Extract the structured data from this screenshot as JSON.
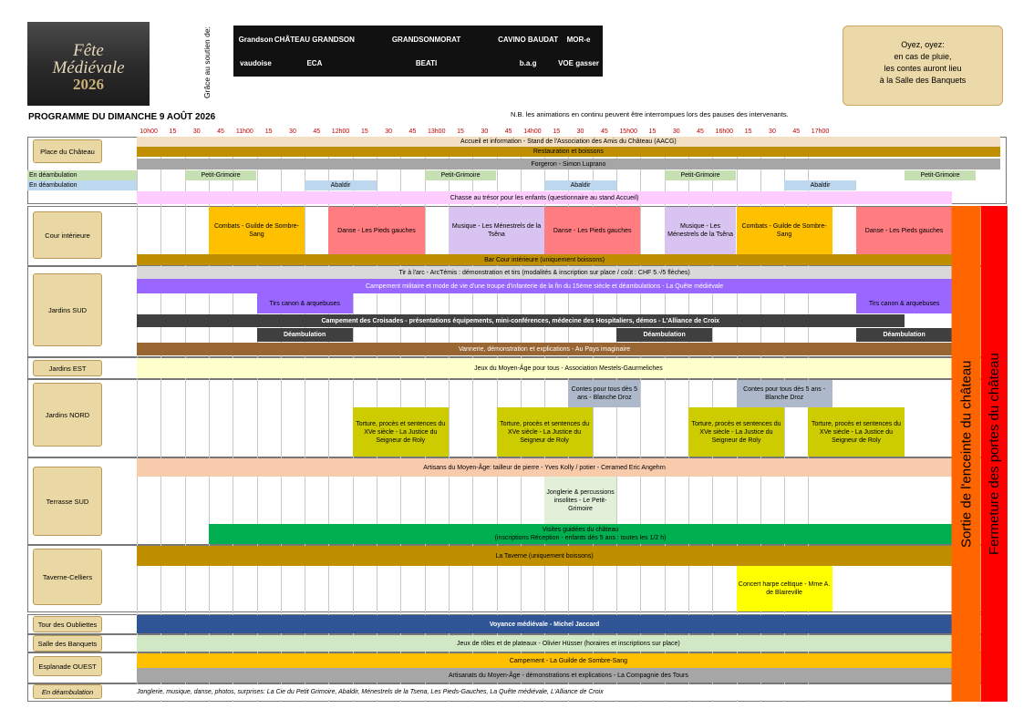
{
  "header": {
    "logo": {
      "line1": "Fête",
      "line2": "Médiévale",
      "line3": "2026"
    },
    "support_label": "Grâce au soutien de:",
    "sponsors": [
      "Grandson",
      "CHÂTEAU GRANDSON",
      "",
      "GRANDSONMORAT",
      "",
      "CAVINO BAUDAT",
      "MOR-e",
      "vaudoise",
      "ECA",
      "",
      "BEATI",
      "",
      "b.a.g",
      "VOE gasser"
    ],
    "notice": {
      "line1": "Oyez, oyez:",
      "line2": "en cas de pluie,",
      "line3": "les contes auront lieu",
      "line4": "à la Salle des Banquets"
    }
  },
  "title": "PROGRAMME DU DIMANCHE 9 AOÛT 2026",
  "note": "N.B. les animations en continu peuvent être interrompues lors des pauses des intervenants.",
  "time_labels": [
    "10h00",
    "15",
    "30",
    "45",
    "11h00",
    "15",
    "30",
    "45",
    "12h00",
    "15",
    "30",
    "45",
    "13h00",
    "15",
    "30",
    "45",
    "14h00",
    "15",
    "30",
    "45",
    "15h00",
    "15",
    "30",
    "45",
    "16h00",
    "15",
    "30",
    "45",
    "17h00"
  ],
  "colors": {
    "beige": "#f3dfc3",
    "brown": "#bf8f00",
    "grey": "#a6a6a6",
    "green_light": "#c6e0b4",
    "blue_light": "#bdd7ee",
    "pink": "#ffccff",
    "orange": "#ffc000",
    "salmon": "#ff7c80",
    "lavender": "#d9c3f0",
    "purple": "#9966ff",
    "dark": "#404040",
    "olive": "#996633",
    "cream": "#ffffcc",
    "steel": "#adb9ca",
    "yellow": "#cccc00",
    "peach": "#f8cbad",
    "mint": "#e2efd9",
    "green": "#00b050",
    "yellow_bright": "#ffff00",
    "navy": "#2f5597",
    "pale_green": "#d0e8c4",
    "exit_orange": "#ff6600",
    "exit_red": "#ff0000"
  },
  "sections": {
    "place": "Place du Château",
    "deamb": "En déambulation",
    "cour": "Cour intérieure",
    "sud": "Jardins SUD",
    "est": "Jardins EST",
    "nord": "Jardins NORD",
    "terrasse": "Terrasse SUD",
    "taverne": "Taverne-Celliers",
    "oubliettes": "Tour des Oubliettes",
    "banquets": "Salle des Banquets",
    "esplanade": "Esplanade OUEST",
    "deamb_footer": "En déambulation"
  },
  "bars": {
    "accueil": "Accueil et information - Stand de l'Association des Amis du Château (AACG)",
    "restauration": "Restauration et boissons",
    "forgeron": "Forgeron - Simon Luprano",
    "petit_grimoire": "Petit-Grimoire",
    "abaldir": "Abaldir",
    "chasse": "Chasse au trésor pour les enfants (questionnaire au stand Accueil)",
    "combats": "Combats - Guilde de Sombre-Sang",
    "danse": "Danse - Les Pieds gauches",
    "musique": "Musique - Les Ménestrels de la Tsêna",
    "bar_cour": "Bar Cour intérieure (uniquement boissons)",
    "tir_arc": "Tir à l'arc - ArcTémis : démonstration et tirs (modalités & inscription sur place / coût : CHF 5.-/5 flèches)",
    "campement_militaire": "Campement militaire et mode de vie d'une troupe d'infanterie de la fin du 15ème siècle et déambulations - La Quête médiévale",
    "tirs_canon": "Tirs canon & arquebuses",
    "croisades": "Campement des Croisades - présentations équipements, mini-conférences, médecine des Hospitaliers, démos - L'Alliance de Croix",
    "deambulation": "Déambulation",
    "vannerie": "Vannerie, démonstration et explications - Au Pays imaginaire",
    "jeux_moyen_age": "Jeux du Moyen-Âge pour tous - Association Mestels-Gaurmeliches",
    "contes": "Contes pour tous dès 5 ans - Blanche Droz",
    "torture": "Torture, procès et sentences du XVe siècle - La Justice du Seigneur de Roly",
    "artisans": "Artisans du Moyen-Âge: tailleur de pierre - Yves Kolly / potier - Ceramed Eric Angehrn",
    "jonglerie": "Jonglerie & percussions insolites - Le Petit-Grimoire",
    "visites": "Visites guidées du château",
    "visites_sub": "(inscriptions Réception - enfants dès 5 ans : toutes les 1/2 h)",
    "taverne": "La Taverne (uniquement boissons)",
    "harpe": "Concert harpe celtique - Mme A. de Blaireville",
    "voyance": "Voyance médiévale - Michel Jaccard",
    "jeux_roles": "Jeux de rôles et de plateaux - Olivier Hüsser (horaires et inscriptions sur place)",
    "campement_sombre": "Campement - La Guilde de Sombre-Sang",
    "artisanats": "Artisanats du Moyen-Âge - démonstrations et explications - La Compagnie des Tours",
    "footer": "Jonglerie, musique, danse, photos, surprises: La Cie du Petit Grimoire, Abaldir, Ménestrels de la Tsena, Les Pieds-Gauches, La Quête médiévale, L'Alliance de Croix"
  },
  "exits": {
    "enceinte": "Sortie de l'enceinte du château",
    "portes": "Fermeture des portes du château"
  }
}
